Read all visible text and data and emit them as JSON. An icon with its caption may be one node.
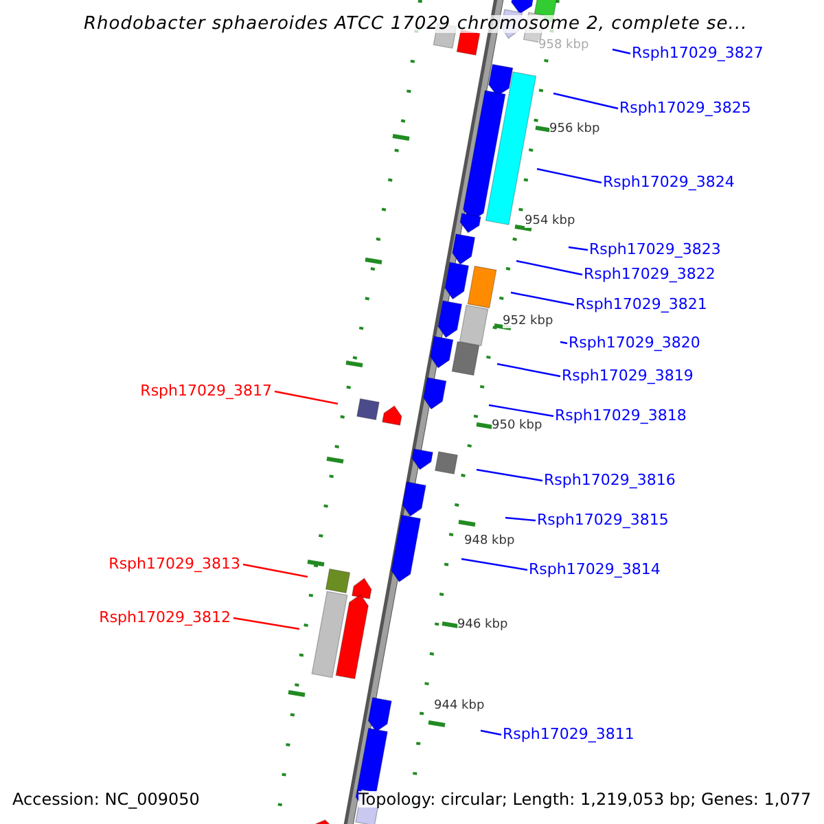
{
  "diagram": {
    "title": "Rhodobacter sphaeroides ATCC 17029 chromosome 2, complete se...",
    "nodes": [
      {
        "text": [
          "Rsph17029_3827"
        ]
      },
      {
        "text": [
          "Rsph17029_3825"
        ]
      },
      {
        "text": [
          "Rsph17029_3824"
        ]
      },
      {
        "text": [
          "Rsph17029_3823"
        ]
      },
      {
        "text": [
          "Rsph17029_3822"
        ]
      },
      {
        "text": [
          "Rsph17029_3821"
        ]
      },
      {
        "text": [
          "Rsph17029_3820"
        ]
      },
      {
        "text": [
          "Rsph17029_3819"
        ]
      },
      {
        "text": [
          "Rsph17029_3817"
        ]
      },
      {
        "text": [
          "Rsph17029_3818"
        ]
      },
      {
        "text": [
          "Rsph17029_3816"
        ]
      },
      {
        "text": [
          "Rsph17029_3815"
        ]
      },
      {
        "text": [
          "Rsph17029_3813"
        ]
      },
      {
        "text": [
          "Rsph17029_3814"
        ]
      },
      {
        "text": [
          "Rsph17029_3812"
        ]
      },
      {
        "text": [
          "Rsph17029_3811"
        ]
      }
    ],
    "edges": [
      {
        "from": 0,
        "to": null,
        "arrow": "none"
      },
      {
        "from": 1,
        "to": null,
        "arrow": "none"
      },
      {
        "from": 2,
        "to": null,
        "arrow": "none"
      },
      {
        "from": 3,
        "to": null,
        "arrow": "none"
      },
      {
        "from": 4,
        "to": null,
        "arrow": "none"
      },
      {
        "from": 5,
        "to": null,
        "arrow": "none"
      },
      {
        "from": 6,
        "to": null,
        "arrow": "none"
      },
      {
        "from": 7,
        "to": null,
        "arrow": "none"
      },
      {
        "from": 8,
        "to": null,
        "arrow": "none",
        "color": "#ff0000"
      },
      {
        "from": 9,
        "to": null,
        "arrow": "none"
      },
      {
        "from": 10,
        "to": null,
        "arrow": "none"
      },
      {
        "from": 11,
        "to": null,
        "arrow": "none"
      },
      {
        "from": 12,
        "to": null,
        "arrow": "none",
        "color": "#ff0000"
      },
      {
        "from": 13,
        "to": null,
        "arrow": "none"
      },
      {
        "from": 14,
        "to": null,
        "arrow": "none",
        "color": "#ff0000"
      },
      {
        "from": 15,
        "to": null,
        "arrow": "none"
      }
    ],
    "labels": [
      "958 kbp",
      "956 kbp",
      "954 kbp",
      "952 kbp",
      "950 kbp",
      "948 kbp",
      "946 kbp",
      "944 kbp",
      "Accession: NC_009050",
      "Topology: circular; Length: 1,219,053 bp; Genes: 1,077"
    ]
  }
}
